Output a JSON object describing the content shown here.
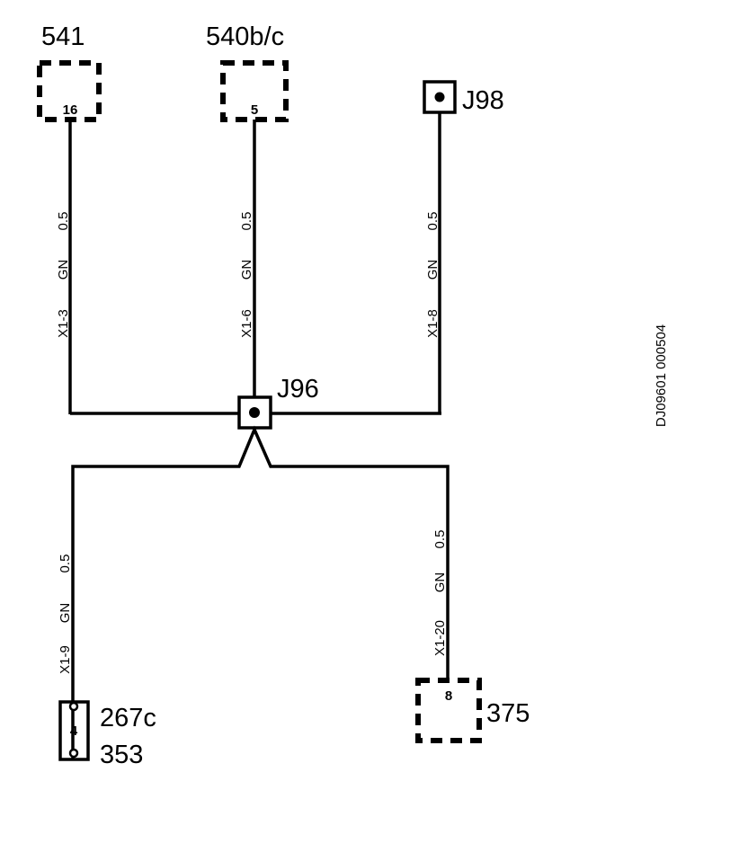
{
  "components": {
    "c541": {
      "name": "541",
      "pin": "16"
    },
    "c540": {
      "name": "540b/c",
      "pin": "5"
    },
    "j98": {
      "name": "J98"
    },
    "j96": {
      "name": "J96"
    },
    "c267": {
      "name_top": "267c",
      "name_bottom": "353",
      "pin": "4"
    },
    "c375": {
      "name": "375",
      "pin": "8"
    }
  },
  "wires": {
    "w1": {
      "size": "0.5",
      "color": "GN",
      "terminal": "X1-3"
    },
    "w2": {
      "size": "0.5",
      "color": "GN",
      "terminal": "X1-6"
    },
    "w3": {
      "size": "0.5",
      "color": "GN",
      "terminal": "X1-8"
    },
    "w4": {
      "size": "0.5",
      "color": "GN",
      "terminal": "X1-9"
    },
    "w5": {
      "size": "0.5",
      "color": "GN",
      "terminal": "X1-20"
    }
  },
  "doc_code": "DJ09601 000504"
}
